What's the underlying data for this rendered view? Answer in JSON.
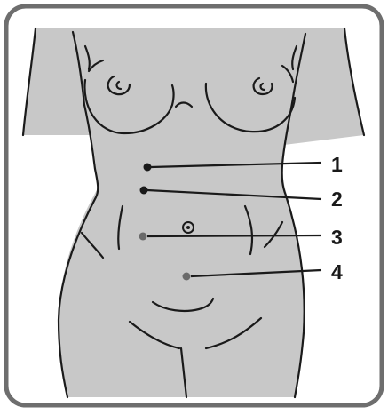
{
  "figure": {
    "background_color": "#ffffff",
    "panel_fill": "#c8c8c8",
    "border_color": "#6e6e6e",
    "line_color": "#1a1a1a"
  },
  "points": [
    {
      "label": "1"
    },
    {
      "label": "2"
    },
    {
      "label": "3"
    },
    {
      "label": "4"
    }
  ]
}
